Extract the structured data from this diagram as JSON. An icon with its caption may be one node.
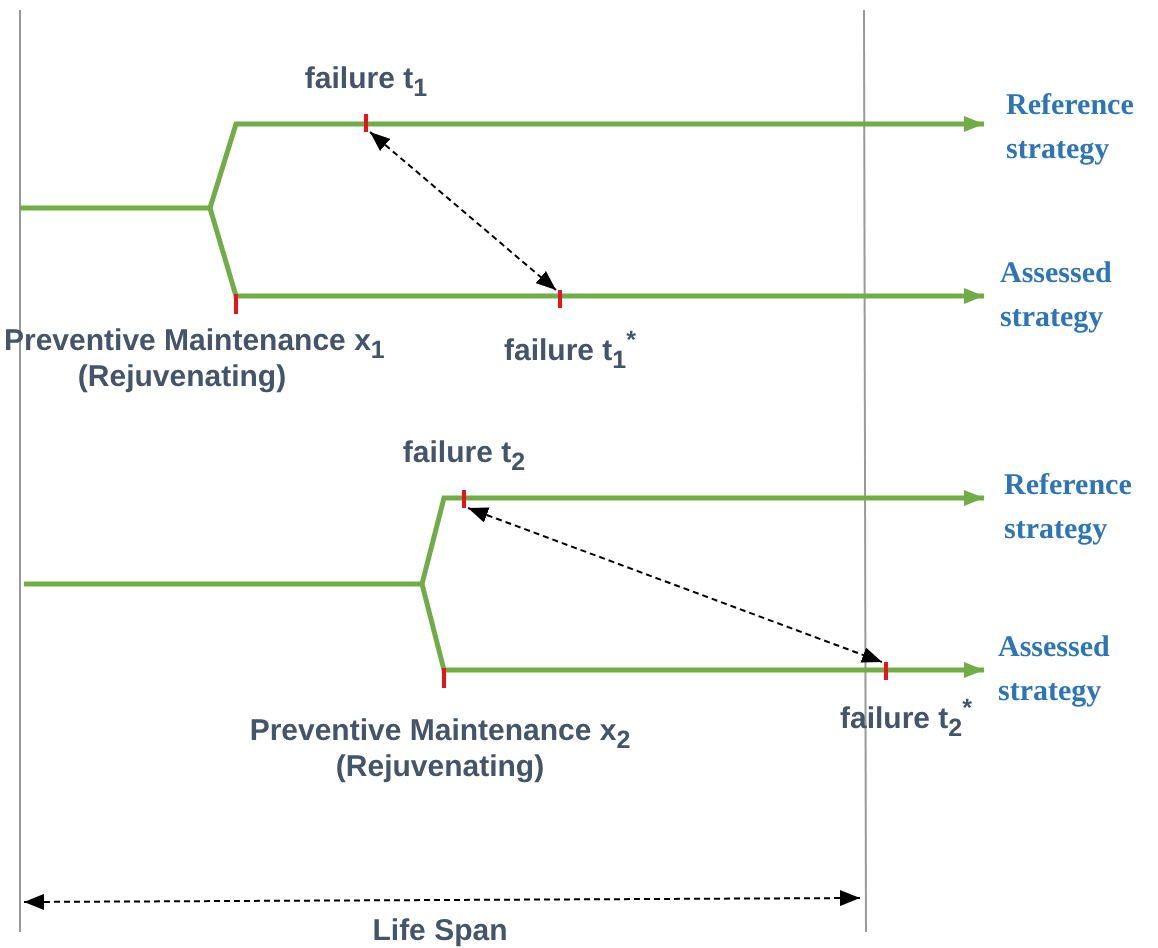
{
  "diagram": {
    "nodes": [
      {
        "text": [
          "failure t$_{1}$"
        ]
      },
      {
        "text": [
          "failure t$_{1}$$^{*}$"
        ]
      },
      {
        "text": [
          "failure t$_{2}$"
        ]
      },
      {
        "text": [
          "failure t$_{2}$$^{*}$"
        ]
      }
    ],
    "edges": [
      {
        "from": 0,
        "to": 1,
        "arrow": "both",
        "style": "dashed"
      },
      {
        "from": 2,
        "to": 3,
        "arrow": "both",
        "style": "dashed"
      }
    ],
    "labels": [
      "Reference strategy",
      "Assessed strategy",
      "Preventive Maintenance x$_{1}$",
      "(Rejuvenating)",
      "Reference strategy",
      "Assessed strategy",
      "Preventive Maintenance x$_{2}$",
      "(Rejuvenating)",
      "Life Span"
    ]
  }
}
